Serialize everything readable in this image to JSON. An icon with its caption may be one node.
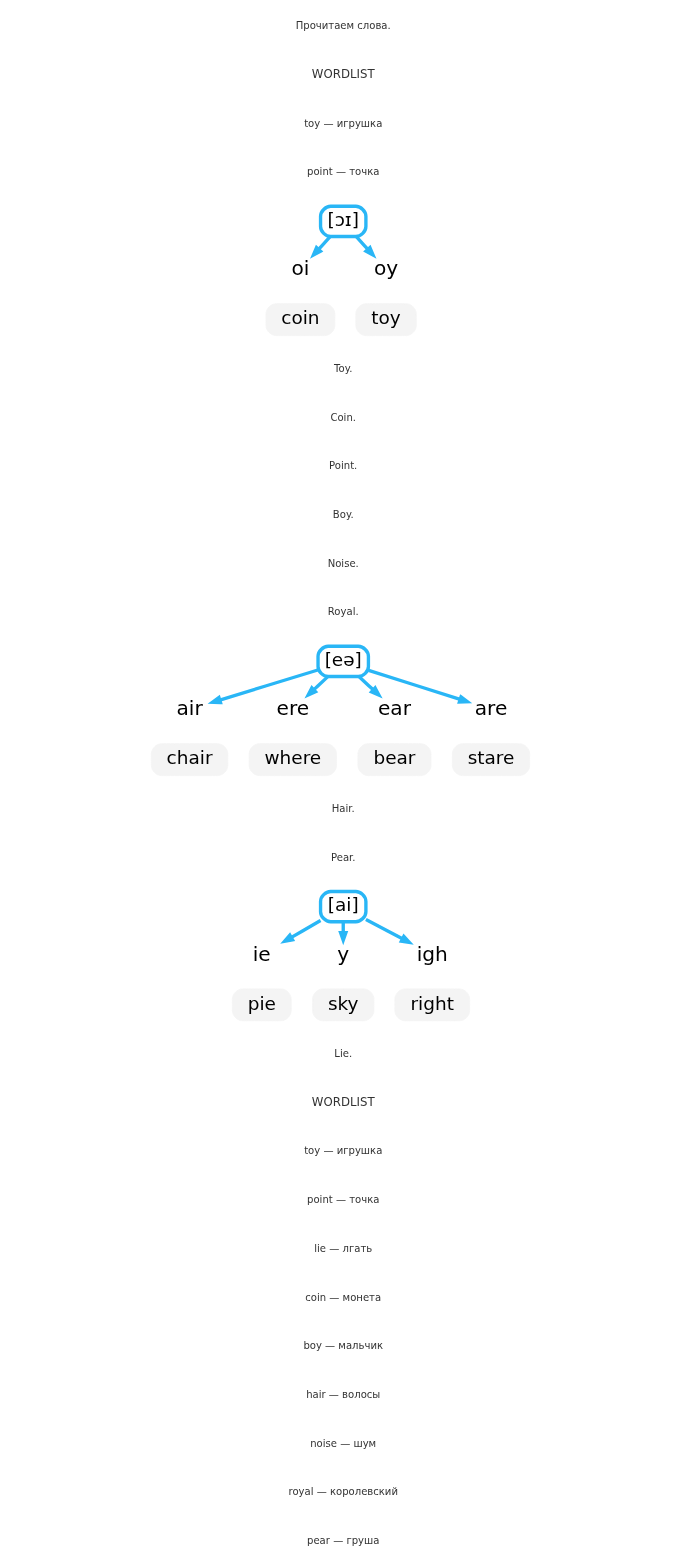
{
  "diagram": {
    "nodes": [
      {
        "text": [
          "[ɔɪ]"
        ]
      },
      {
        "text": [
          "oi"
        ]
      },
      {
        "text": [
          "oy"
        ]
      },
      {
        "text": [
          "coin"
        ]
      },
      {
        "text": [
          "toy"
        ]
      },
      {
        "text": [
          "[eə]"
        ]
      },
      {
        "text": [
          "air"
        ]
      },
      {
        "text": [
          "ere"
        ]
      },
      {
        "text": [
          "ear"
        ]
      },
      {
        "text": [
          "are"
        ]
      },
      {
        "text": [
          "chair"
        ]
      },
      {
        "text": [
          "where"
        ]
      },
      {
        "text": [
          "bear"
        ]
      },
      {
        "text": [
          "stare"
        ]
      },
      {
        "text": [
          "[ai]"
        ]
      },
      {
        "text": [
          "ie"
        ]
      },
      {
        "text": [
          "y"
        ]
      },
      {
        "text": [
          "igh"
        ]
      },
      {
        "text": [
          "pie"
        ]
      },
      {
        "text": [
          "sky"
        ]
      },
      {
        "text": [
          "right"
        ]
      }
    ],
    "edges": [
      {
        "from": 0,
        "to": 1,
        "arrow": "to"
      },
      {
        "from": 0,
        "to": 2,
        "arrow": "to"
      },
      {
        "from": 5,
        "to": 6,
        "arrow": "to"
      },
      {
        "from": 5,
        "to": 7,
        "arrow": "to"
      },
      {
        "from": 5,
        "to": 8,
        "arrow": "to"
      },
      {
        "from": 5,
        "to": 9,
        "arrow": "to"
      },
      {
        "from": 14,
        "to": 15,
        "arrow": "to"
      },
      {
        "from": 14,
        "to": 16,
        "arrow": "to"
      },
      {
        "from": 14,
        "to": 17,
        "arrow": "to"
      }
    ],
    "labels": [
      "Прочитаем слова.",
      "WORDLIST",
      "toy — игрушка",
      "point — точка",
      "Toy.",
      "Coin.",
      "Point.",
      "Boy.",
      "Noise.",
      "Royal.",
      "Hair.",
      "Pear.",
      "Lie.",
      "WORDLIST",
      "toy — игрушка",
      "point — точка",
      "lie — лгать",
      "coin — монета",
      "boy — мальчик",
      "hair — волосы",
      "noise — шум",
      "royal — королевский",
      "pear — груша"
    ]
  }
}
